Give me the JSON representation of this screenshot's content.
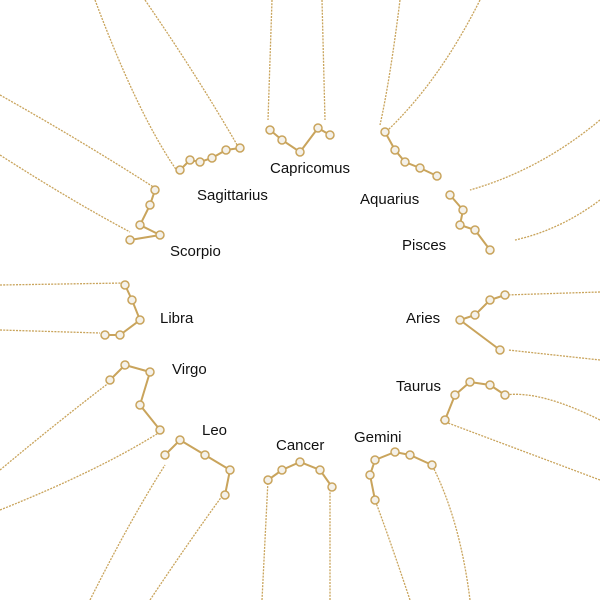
{
  "labels": {
    "sagittarius": "Sagittarius",
    "capricornus": "Capricomus",
    "aquarius": "Aquarius",
    "scorpio": "Scorpio",
    "pisces": "Pisces",
    "libra": "Libra",
    "aries": "Aries",
    "virgo": "Virgo",
    "taurus": "Taurus",
    "leo": "Leo",
    "cancer": "Cancer",
    "gemini": "Gemini"
  },
  "colors": {
    "gold": "#c9a45c",
    "stone": "#f4f1ea"
  }
}
